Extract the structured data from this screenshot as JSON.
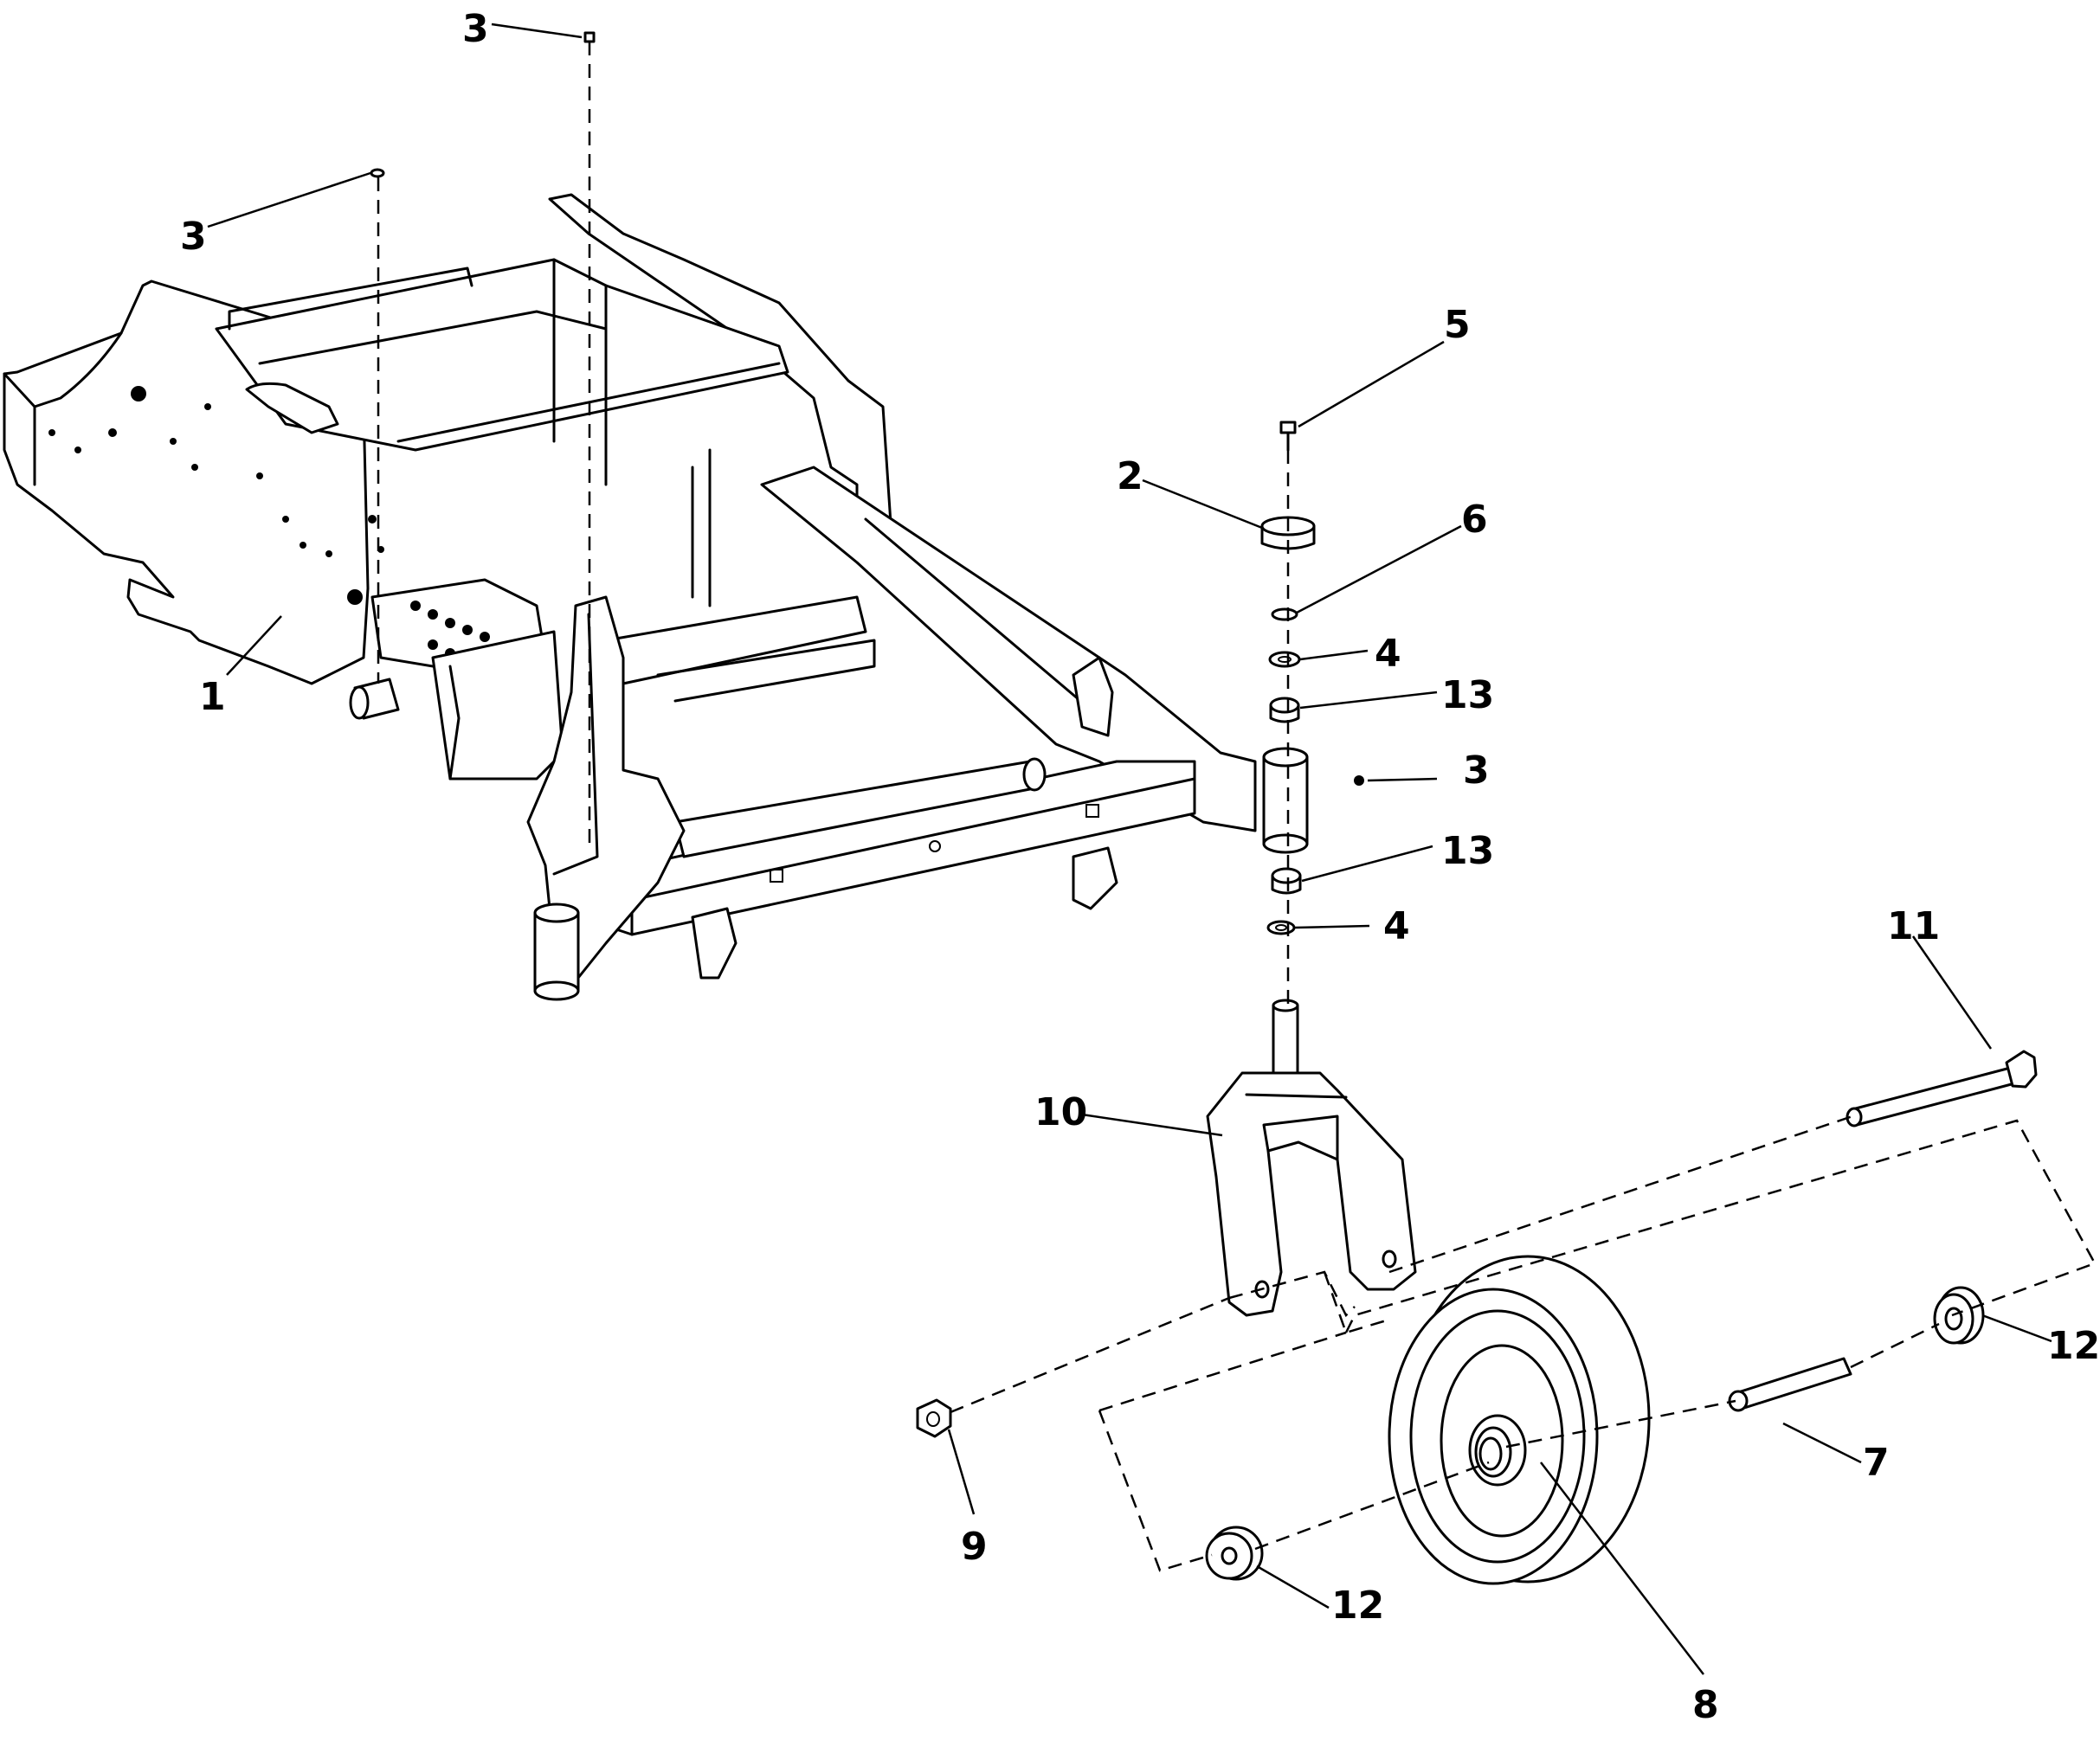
{
  "callouts": [
    {
      "id": "c1",
      "text": "1"
    },
    {
      "id": "c2",
      "text": "2"
    },
    {
      "id": "c3a",
      "text": "3"
    },
    {
      "id": "c3b",
      "text": "3"
    },
    {
      "id": "c3c",
      "text": "3"
    },
    {
      "id": "c4a",
      "text": "4"
    },
    {
      "id": "c4b",
      "text": "4"
    },
    {
      "id": "c5",
      "text": "5"
    },
    {
      "id": "c6",
      "text": "6"
    },
    {
      "id": "c7",
      "text": "7"
    },
    {
      "id": "c8",
      "text": "8"
    },
    {
      "id": "c9",
      "text": "9"
    },
    {
      "id": "c10",
      "text": "10"
    },
    {
      "id": "c11",
      "text": "11"
    },
    {
      "id": "c12a",
      "text": "12"
    },
    {
      "id": "c12b",
      "text": "12"
    },
    {
      "id": "c13a",
      "text": "13"
    },
    {
      "id": "c13b",
      "text": "13"
    }
  ]
}
